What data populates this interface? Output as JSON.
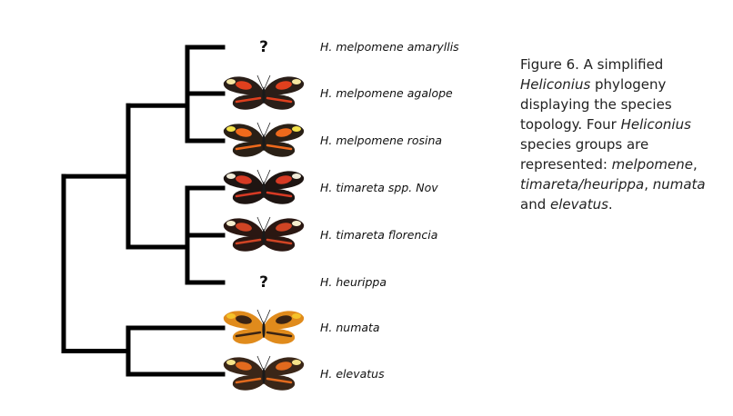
{
  "tips": [
    {
      "label": "H. melpomene amaryllis",
      "image": "question-mark",
      "mark": "?"
    },
    {
      "label": "H. melpomene agalope",
      "image": "butterfly",
      "wing": "#2a1e18",
      "patch": "#e0401e",
      "band": "#f6e7a2"
    },
    {
      "label": "H. melpomene rosina",
      "image": "butterfly",
      "wing": "#2a2016",
      "patch": "#ef6a1c",
      "band": "#f3e24a"
    },
    {
      "label": "H. timareta spp. Nov",
      "image": "butterfly",
      "wing": "#1e1512",
      "patch": "#d63a24",
      "band": "#f1ecd9"
    },
    {
      "label": "H. timareta florencia",
      "image": "butterfly",
      "wing": "#2a1712",
      "patch": "#d04424",
      "band": "#f6efcf"
    },
    {
      "label": "H. heurippa",
      "image": "question-mark",
      "mark": "?"
    },
    {
      "label": "H. numata",
      "image": "butterfly",
      "wing": "#e08b1c",
      "patch": "#3a2414",
      "band": "#f4c22a"
    },
    {
      "label": "H. elevatus",
      "image": "butterfly",
      "wing": "#3a2618",
      "patch": "#e26a1e",
      "band": "#f6e48a"
    }
  ],
  "tree": {
    "children": [
      {
        "children": [
          {
            "children": [
              {
                "children": [
                  {
                    "tip": 0
                  },
                  {
                    "tip": 1
                  }
                ]
              },
              {
                "tip": 2
              }
            ]
          },
          {
            "children": [
              {
                "children": [
                  {
                    "tip": 3
                  },
                  {
                    "tip": 4
                  }
                ]
              },
              {
                "tip": 5
              }
            ]
          }
        ]
      },
      {
        "children": [
          {
            "tip": 6
          },
          {
            "tip": 7
          }
        ]
      }
    ]
  },
  "caption": {
    "parts": [
      {
        "text": "Figure 6. A simplified "
      },
      {
        "text": "Heliconius",
        "italic": true
      },
      {
        "text": " phylogeny displaying the species topology. Four "
      },
      {
        "text": "Heliconius",
        "italic": true
      },
      {
        "text": " species groups are represented: "
      },
      {
        "text": "melpomene",
        "italic": true
      },
      {
        "text": ", "
      },
      {
        "text": "timareta/heurippa",
        "italic": true
      },
      {
        "text": ", "
      },
      {
        "text": "numata",
        "italic": true
      },
      {
        "text": " and "
      },
      {
        "text": "elevatus",
        "italic": true
      },
      {
        "text": "."
      }
    ]
  },
  "colors": {
    "branch": "#000000",
    "text": "#222222"
  }
}
